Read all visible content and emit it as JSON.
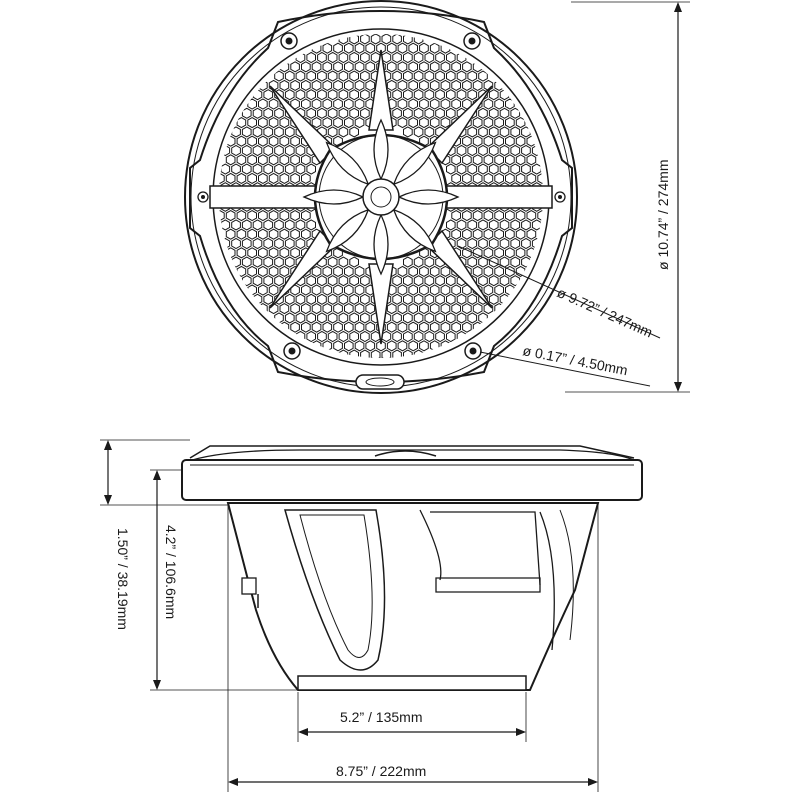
{
  "dimensions": {
    "overall_diameter": "ø 10.74” / 274mm",
    "grille_diameter": "ø 9.72” / 247mm",
    "hole_diameter": "ø 0.17” / 4.50mm",
    "mount_depth": "1.50” / 38.19mm",
    "total_depth": "4.2” / 106.6mm",
    "magnet_width": "5.2” / 135mm",
    "cutout_width": "8.75” / 222mm"
  }
}
